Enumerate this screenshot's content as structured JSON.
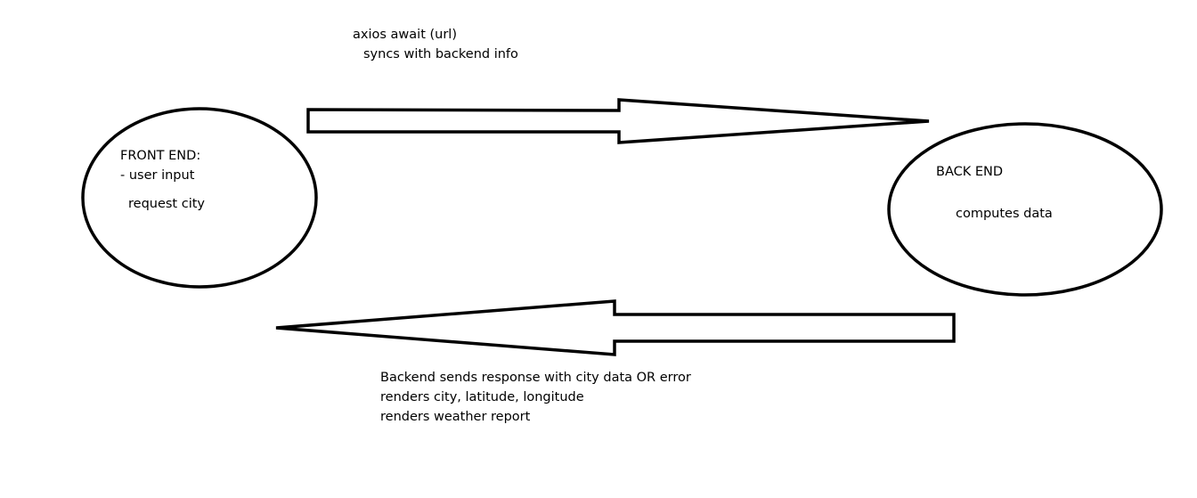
{
  "frontend": {
    "title": "FRONT END:",
    "line1": "- user input",
    "line2": "request city"
  },
  "backend": {
    "title": "BACK END",
    "line1": "computes data"
  },
  "request_arrow": {
    "line1": "axios await (url)",
    "line2": "syncs with backend info"
  },
  "response_arrow": {
    "line1": "Backend sends response with city data OR error",
    "line2": "renders city, latitude, longitude",
    "line3": "renders weather report"
  },
  "colors": {
    "stroke": "#000000",
    "background": "#ffffff"
  }
}
